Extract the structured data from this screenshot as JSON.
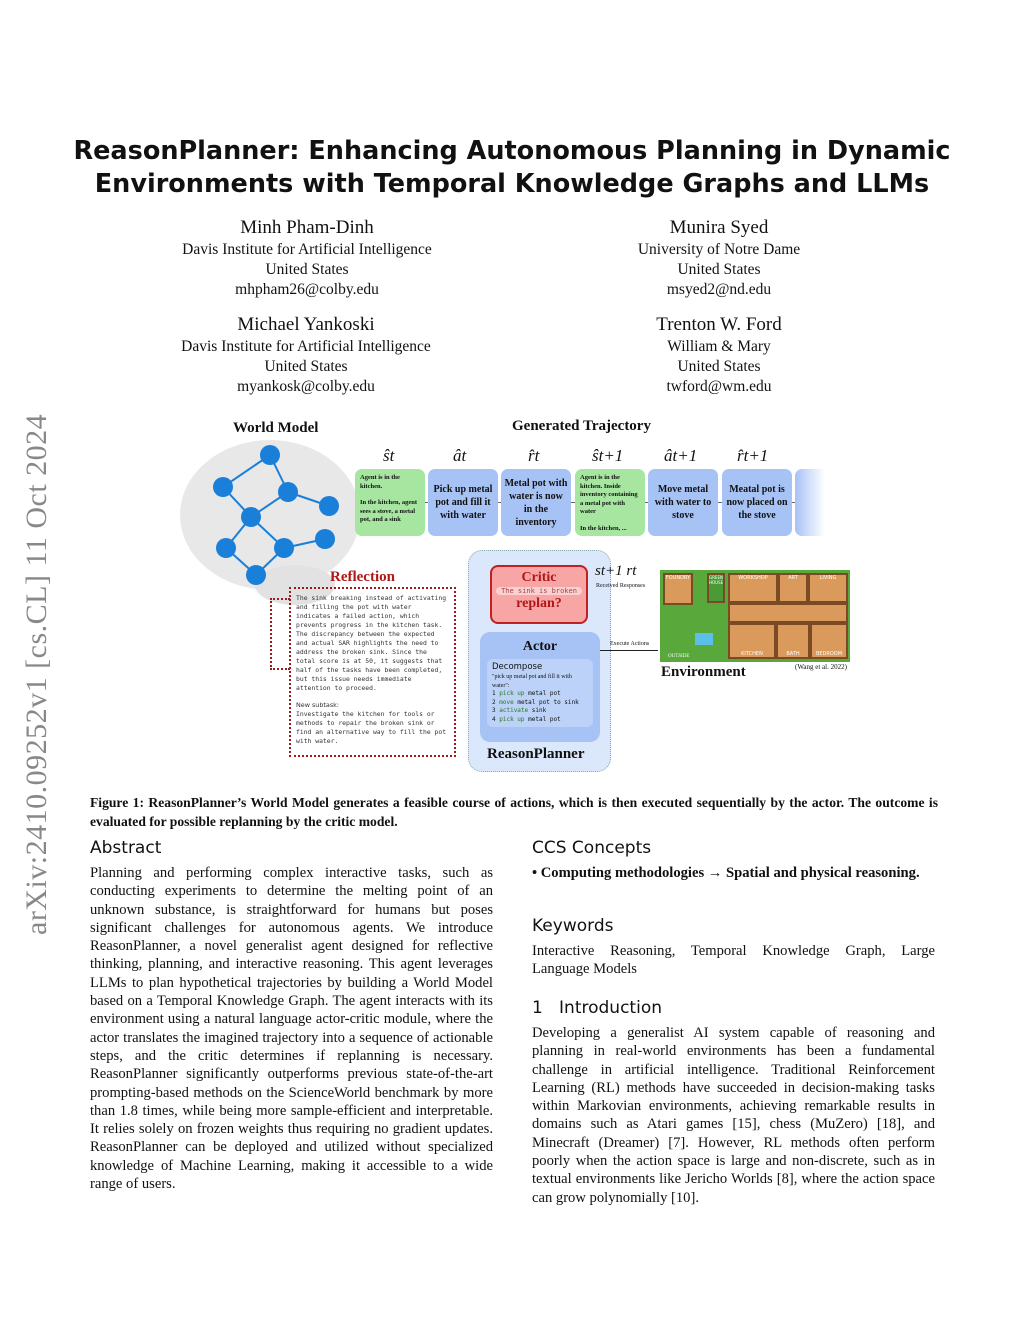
{
  "sidebar": {
    "arxiv_id": "arXiv:2410.09252v1  [cs.CL]  11 Oct 2024"
  },
  "title": {
    "line1": "ReasonPlanner: Enhancing Autonomous Planning in Dynamic",
    "line2": "Environments with Temporal Knowledge Graphs and LLMs"
  },
  "authors": [
    {
      "name": "Minh Pham-Dinh",
      "affiliation": "Davis Institute for Artificial Intelligence",
      "country": "United States",
      "email": "mhpham26@colby.edu"
    },
    {
      "name": "Munira Syed",
      "affiliation": "University of Notre Dame",
      "country": "United States",
      "email": "msyed2@nd.edu"
    },
    {
      "name": "Michael Yankoski",
      "affiliation": "Davis Institute for Artificial Intelligence",
      "country": "United States",
      "email": "myankosk@colby.edu"
    },
    {
      "name": "Trenton W. Ford",
      "affiliation": "William & Mary",
      "country": "United States",
      "email": "twford@wm.edu"
    }
  ],
  "figure": {
    "world_model": "World Model",
    "generated_trajectory": "Generated Trajectory",
    "symbols": [
      "ŝt",
      "ât",
      "r̂t",
      "ŝt+1",
      "ât+1",
      "r̂t+1"
    ],
    "boxes": [
      {
        "t1": "Agent is in the kitchen.",
        "t2": "In the kitchen, agent sees a stove, a metal pot, and a sink"
      },
      {
        "t1": "Pick up metal pot and fill it with water"
      },
      {
        "t1": "Metal pot with water is now in the inventory"
      },
      {
        "t1": "Agent is in the kitchen. Inside inventory containing a metal pot with water",
        "t2": "In the kitchen, ..."
      },
      {
        "t1": "Move metal with water to stove"
      },
      {
        "t1": "Meatal pot is now placed on the stove"
      }
    ],
    "reflection_title": "Reflection",
    "reflection_text": "The sink breaking instead of activating and filling the pot with water indicates a failed action, which prevents progress in the kitchen task. The discrepancy between the expected and actual SAR highlights the need to address the broken sink. Since the total score is at 50, it suggests that half of the tasks have been completed, but this issue needs immediate attention to proceed.",
    "new_subtask_label": "New subtask:",
    "new_subtask_text": "Investigate the kitchen for tools or methods to repair the broken sink or find an alternative way to fill the pot with water.",
    "critic": "Critic",
    "critic_text": "The sink is broken",
    "replan": "replan?",
    "actor": "Actor",
    "decompose": "Decompose",
    "decompose_quote": "\"pick up metal pot and fill it with water\":",
    "steps": [
      {
        "n": "1",
        "verb": "pick up",
        "rest": "metal pot"
      },
      {
        "n": "2",
        "verb": "move",
        "rest": "metal pot to sink"
      },
      {
        "n": "3",
        "verb": "activate",
        "rest": "sink"
      },
      {
        "n": "4",
        "verb": "pick up",
        "rest": "metal pot"
      }
    ],
    "reasonplanner": "ReasonPlanner",
    "received_sym": "st+1  rt",
    "received": "Received Responses",
    "execute": "Execute Actions",
    "environment": "Environment",
    "citation": "(Wang et al. 2022)",
    "rooms": [
      "FOUNDRY",
      "WORKSHOP",
      "ART",
      "LIVING",
      "GREEN HOUSE",
      "KITCHEN",
      "BATH",
      "BEDROOM",
      "OUTSIDE"
    ]
  },
  "caption": "Figure 1: ReasonPlanner’s World Model generates a feasible course of actions, which is then executed sequentially by the actor. The outcome is evaluated for possible replanning by the critic model.",
  "abstract": {
    "heading": "Abstract",
    "text": "Planning and performing complex interactive tasks, such as conducting experiments to determine the melting point of an unknown substance, is straightforward for humans but poses significant challenges for autonomous agents. We introduce ReasonPlanner, a novel generalist agent designed for reflective thinking, planning, and interactive reasoning. This agent leverages LLMs to plan hypothetical trajectories by building a World Model based on a Temporal Knowledge Graph. The agent interacts with its environment using a natural language actor-critic module, where the actor translates the imagined trajectory into a sequence of actionable steps, and the critic determines if replanning is necessary. ReasonPlanner significantly outperforms previous state-of-the-art prompting-based methods on the ScienceWorld benchmark by more than 1.8 times, while being more sample-efficient and interpretable. It relies solely on frozen weights thus requiring no gradient updates. ReasonPlanner can be deployed and utilized without specialized knowledge of Machine Learning, making it accessible to a wide range of users."
  },
  "ccs": {
    "heading": "CCS Concepts",
    "text": "• Computing methodologies → Spatial and physical reasoning."
  },
  "keywords": {
    "heading": "Keywords",
    "text": "Interactive Reasoning, Temporal Knowledge Graph, Large Language Models"
  },
  "intro": {
    "number": "1",
    "heading": "Introduction",
    "text": "Developing a generalist AI system capable of reasoning and planning in real-world environments has been a fundamental challenge in artificial intelligence. Traditional Reinforcement Learning (RL) methods have succeeded in decision-making tasks within Markovian environments, achieving remarkable results in domains such as Atari games [15], chess (MuZero) [18], and Minecraft (Dreamer) [7]. However, RL methods often perform poorly when the action space is large and non-discrete, such as in textual environments like Jericho Worlds [8], where the action space can grow polynomially [10]."
  }
}
